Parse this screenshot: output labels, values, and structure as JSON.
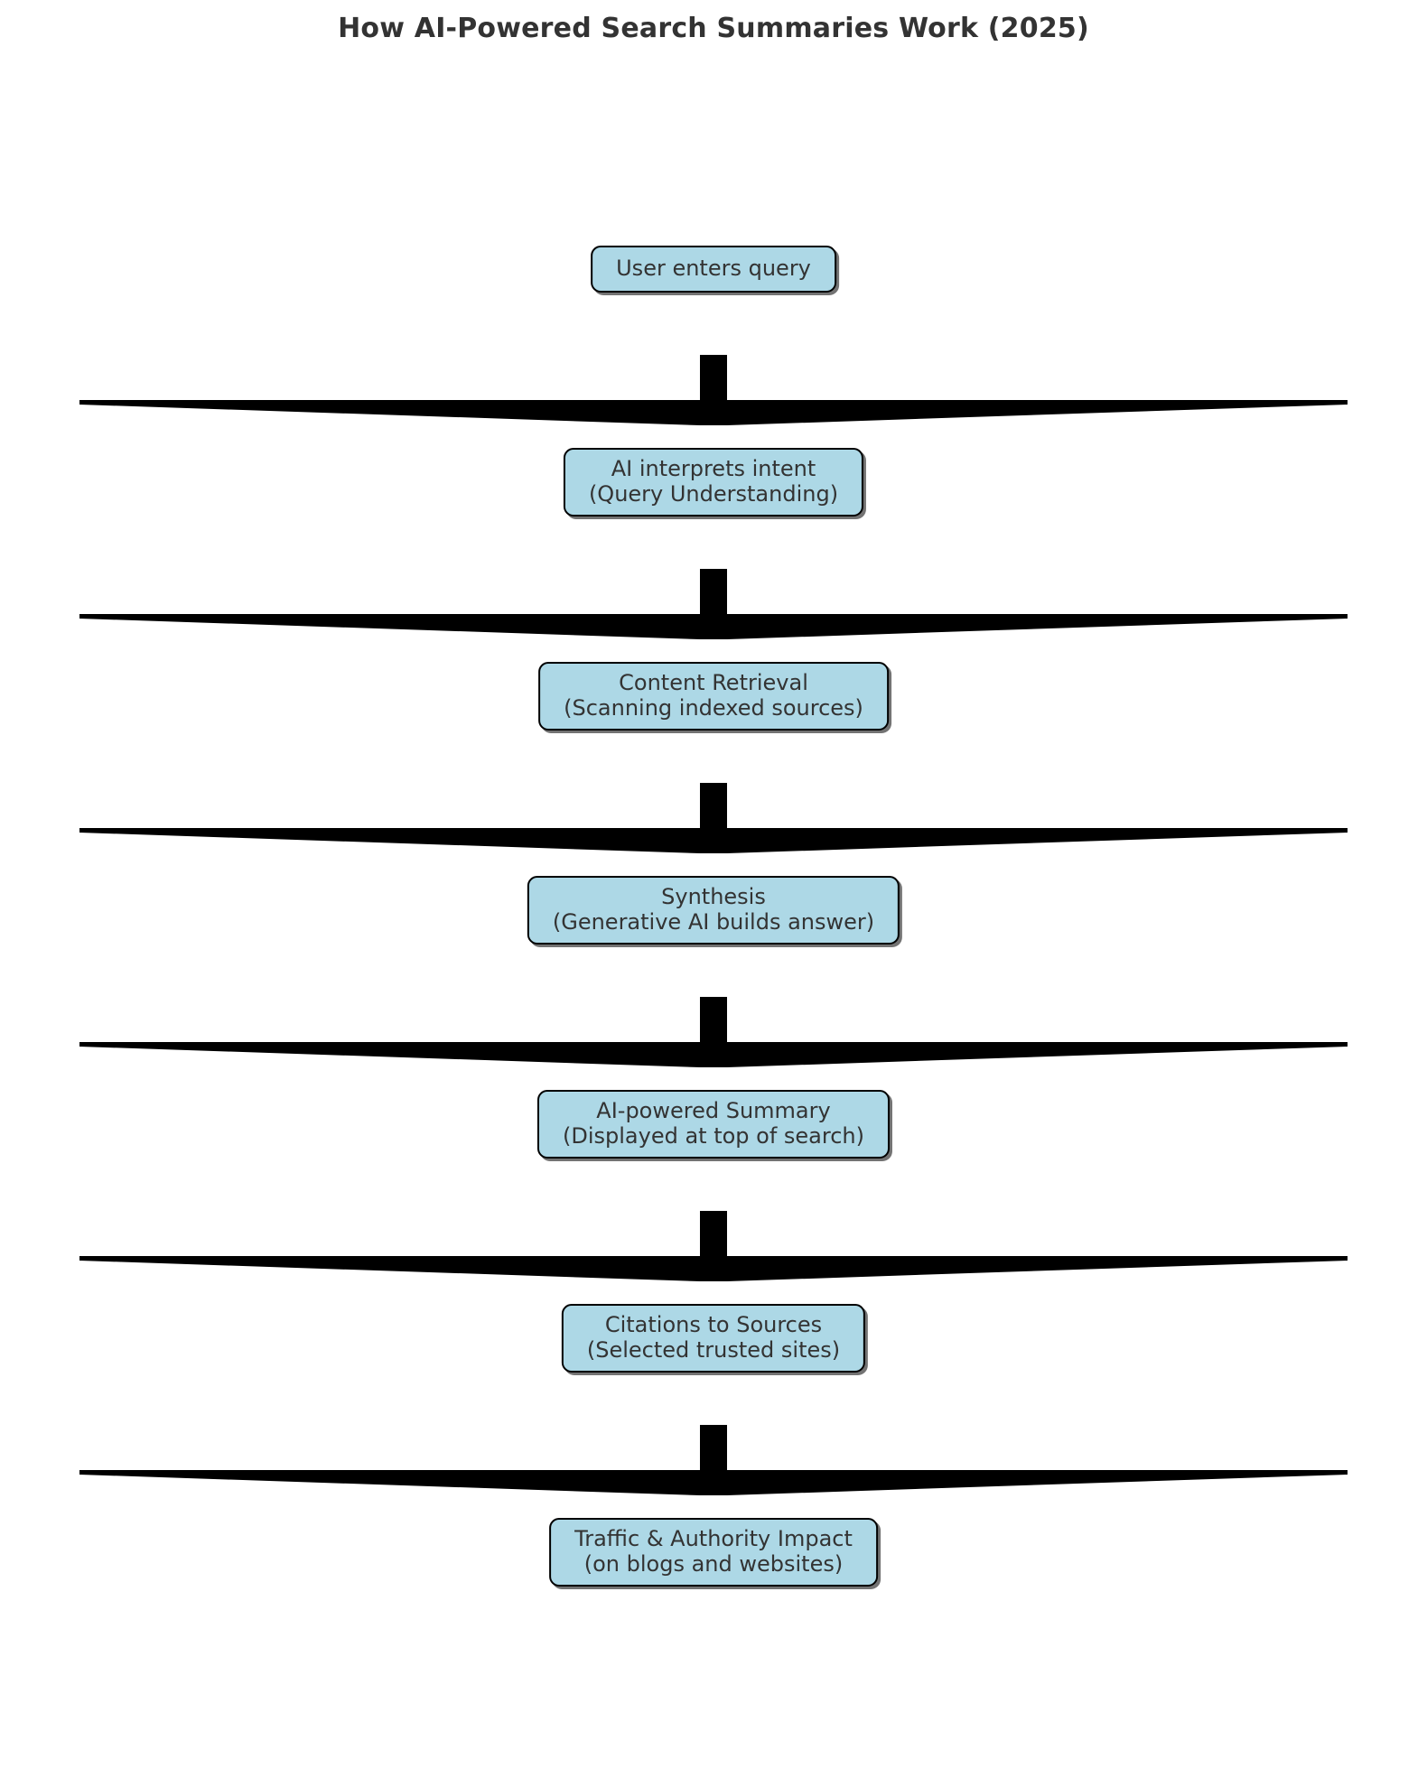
{
  "title": "How AI-Powered Search Summaries Work (2025)",
  "colors": {
    "node_fill": "#ADD8E6",
    "node_border": "#000000",
    "node_text": "#333333",
    "title_text": "#333333",
    "arrow": "#000000",
    "background": "#FFFFFF"
  },
  "chart_data": {
    "type": "diagram",
    "diagram_type": "flowchart",
    "orientation": "top-to-bottom",
    "title": "How AI-Powered Search Summaries Work (2025)",
    "node_count": 7,
    "edge_count": 6,
    "nodes": [
      {
        "id": "n1",
        "line1": "User enters query",
        "line2": ""
      },
      {
        "id": "n2",
        "line1": "AI interprets intent",
        "line2": "(Query Understanding)"
      },
      {
        "id": "n3",
        "line1": "Content Retrieval",
        "line2": "(Scanning indexed sources)"
      },
      {
        "id": "n4",
        "line1": "Synthesis",
        "line2": "(Generative AI builds answer)"
      },
      {
        "id": "n5",
        "line1": "AI-powered Summary",
        "line2": "(Displayed at top of search)"
      },
      {
        "id": "n6",
        "line1": "Citations to Sources",
        "line2": "(Selected trusted sites)"
      },
      {
        "id": "n7",
        "line1": "Traffic & Authority Impact",
        "line2": "(on blogs and websites)"
      }
    ],
    "edges": [
      {
        "from": "n1",
        "to": "n2",
        "label": ""
      },
      {
        "from": "n2",
        "to": "n3",
        "label": ""
      },
      {
        "from": "n3",
        "to": "n4",
        "label": ""
      },
      {
        "from": "n4",
        "to": "n5",
        "label": ""
      },
      {
        "from": "n5",
        "to": "n6",
        "label": ""
      },
      {
        "from": "n6",
        "to": "n7",
        "label": ""
      }
    ]
  }
}
